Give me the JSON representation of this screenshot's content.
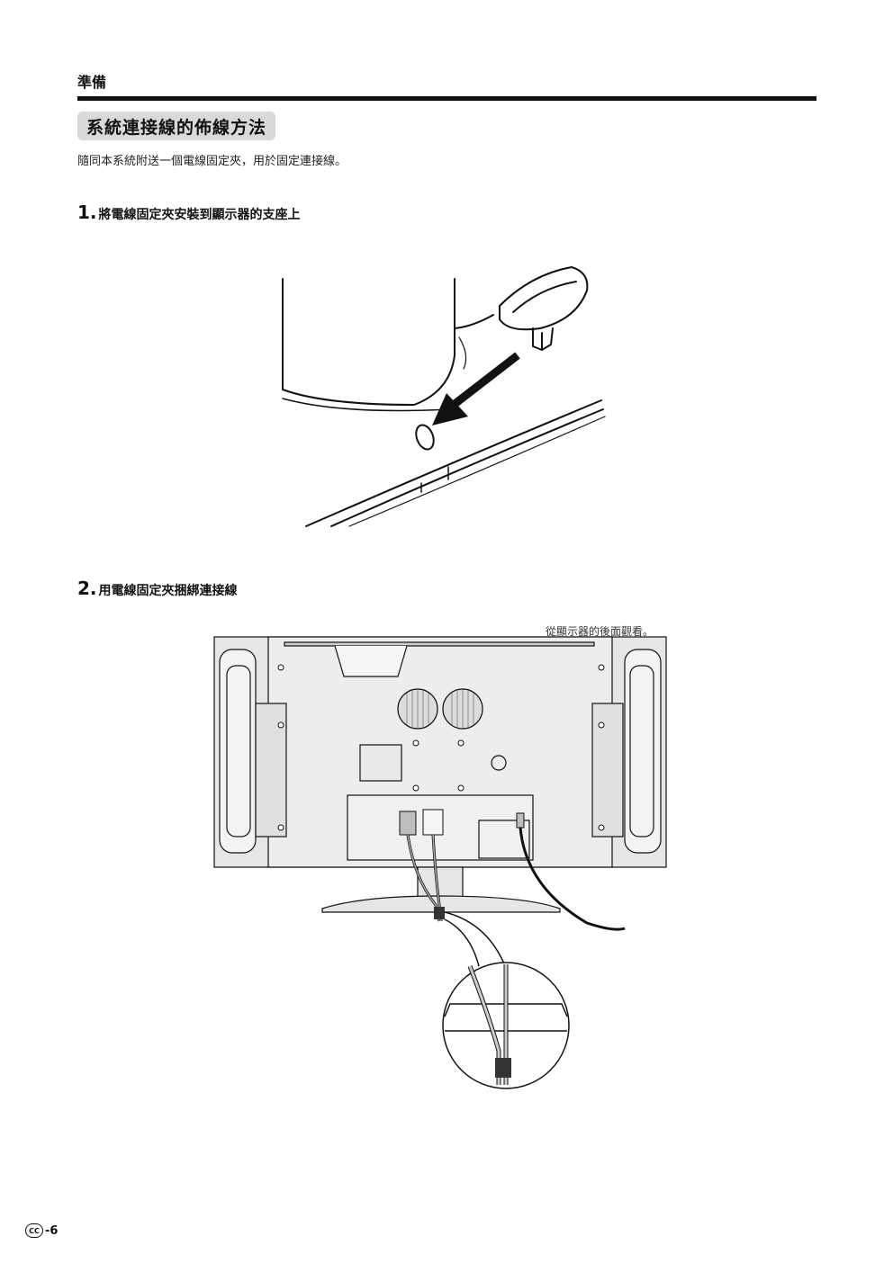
{
  "header": {
    "section": "準備"
  },
  "title": "系統連接線的佈線方法",
  "intro": "隨同本系統附送一個電線固定夾，用於固定連接線。",
  "steps": [
    {
      "number": "1.",
      "text": "將電線固定夾安裝到顯示器的支座上"
    },
    {
      "number": "2.",
      "text": "用電線固定夾捆綁連接線"
    }
  ],
  "figure2": {
    "note": "從顯示器的後面觀看。"
  },
  "footer": {
    "badge": "CC",
    "page": "-6"
  }
}
